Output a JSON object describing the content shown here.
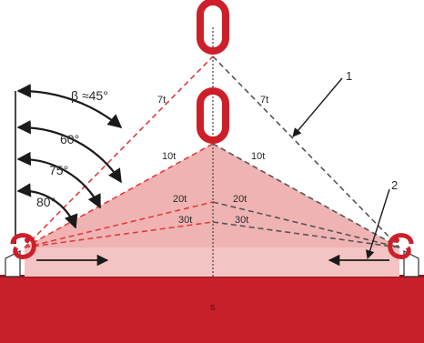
{
  "labels": {
    "angle_beta": "β ≈45°",
    "angle_60": "60°",
    "angle_75": "75°",
    "angle_80": "80°",
    "load_7t_left": "7t",
    "load_7t_right": "7t",
    "load_10t_left": "10t",
    "load_10t_right": "10t",
    "load_20t_left": "20t",
    "load_20t_right": "20t",
    "load_30t_left": "30t",
    "load_30t_right": "30t",
    "callout_1": "1",
    "callout_2": "2",
    "load_mark": "s"
  },
  "colors": {
    "ring_red": "#cc1f2a",
    "load_block_red": "#c8202a",
    "triangle_fill": "#f4c4c4",
    "dashed_red": "#e23b3b",
    "dashed_dark": "#555555",
    "arrow_black": "#1a1a1a",
    "center_line": "#444444",
    "background": "#ffffff"
  },
  "icons": {
    "top_link": "chain-link-icon",
    "lower_link": "chain-link-icon",
    "left_hook": "hook-icon",
    "right_hook": "hook-icon"
  }
}
